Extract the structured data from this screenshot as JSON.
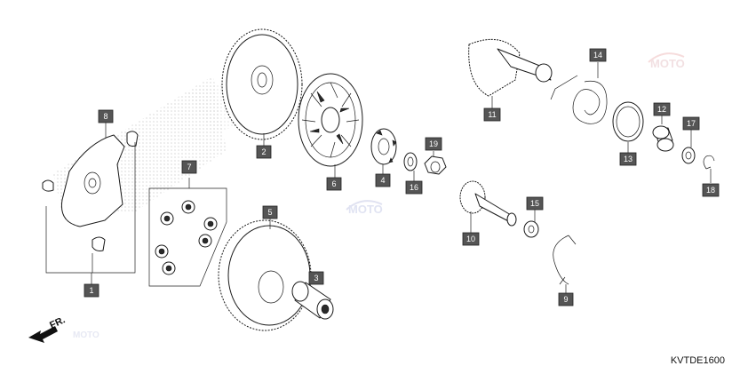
{
  "diagram_code": "KVTDE1600",
  "direction_label": "FR.",
  "watermark_text": "MOTO",
  "colors": {
    "callout_fill": "#555555",
    "callout_text": "#ffffff",
    "watermark": "#c7cde8"
  },
  "callouts": [
    "1",
    "2",
    "3",
    "4",
    "5",
    "6",
    "7",
    "8",
    "9",
    "10",
    "11",
    "12",
    "13",
    "14",
    "15",
    "16",
    "17",
    "18",
    "19"
  ]
}
